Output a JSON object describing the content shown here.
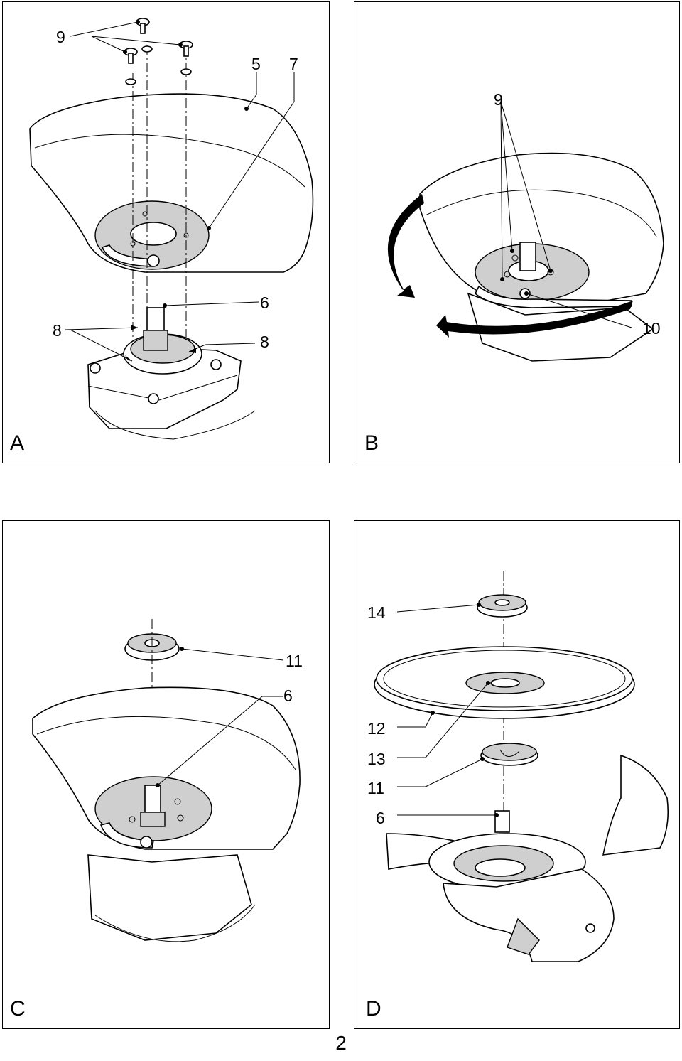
{
  "panels": {
    "A": {
      "letter": "A",
      "callouts": {
        "screws": "9",
        "guard": "5",
        "plate": "7",
        "spindle": "6",
        "holes_left": "8",
        "holes_right": "8"
      }
    },
    "B": {
      "letter": "B",
      "callouts": {
        "screws": "9",
        "lever": "10"
      }
    },
    "C": {
      "letter": "C",
      "callouts": {
        "flange": "11",
        "spindle": "6"
      }
    },
    "D": {
      "letter": "D",
      "callouts": {
        "lock_nut": "14",
        "wheel": "12",
        "hub": "13",
        "flange": "11",
        "spindle": "6"
      }
    }
  },
  "page_number": "2"
}
